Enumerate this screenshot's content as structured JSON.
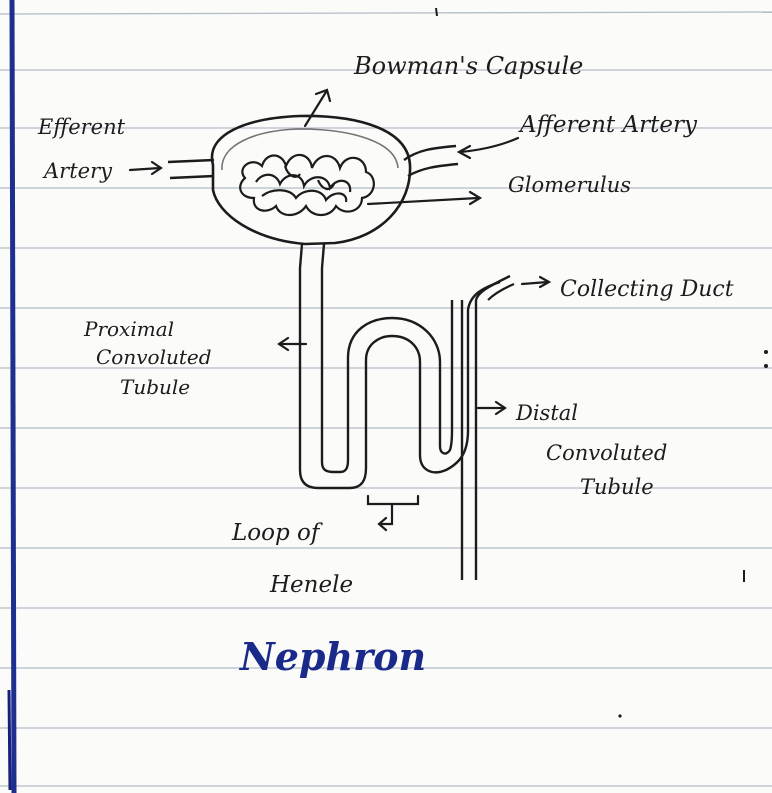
{
  "title": "Nephron",
  "colors": {
    "ink": "#1c1c1c",
    "title_ink": "#1a2a8a",
    "ruling": "#9aa7b6",
    "margin_line": "#1f2f8f",
    "paper": "#fbfbfa"
  },
  "labels": {
    "bowmans_capsule": "Bowman's Capsule",
    "efferent_artery_1": "Efferent",
    "efferent_artery_2": "Artery",
    "afferent_artery": "Afferent Artery",
    "glomerulus": "Glomerulus",
    "collecting_duct": "Collecting Duct",
    "proximal_1": "Proximal",
    "proximal_2": "Convoluted",
    "proximal_3": "Tubule",
    "distal_1": "Distal",
    "distal_2": "Convoluted",
    "distal_3": "Tubule",
    "loop_1": "Loop of",
    "loop_2": "Henele"
  }
}
